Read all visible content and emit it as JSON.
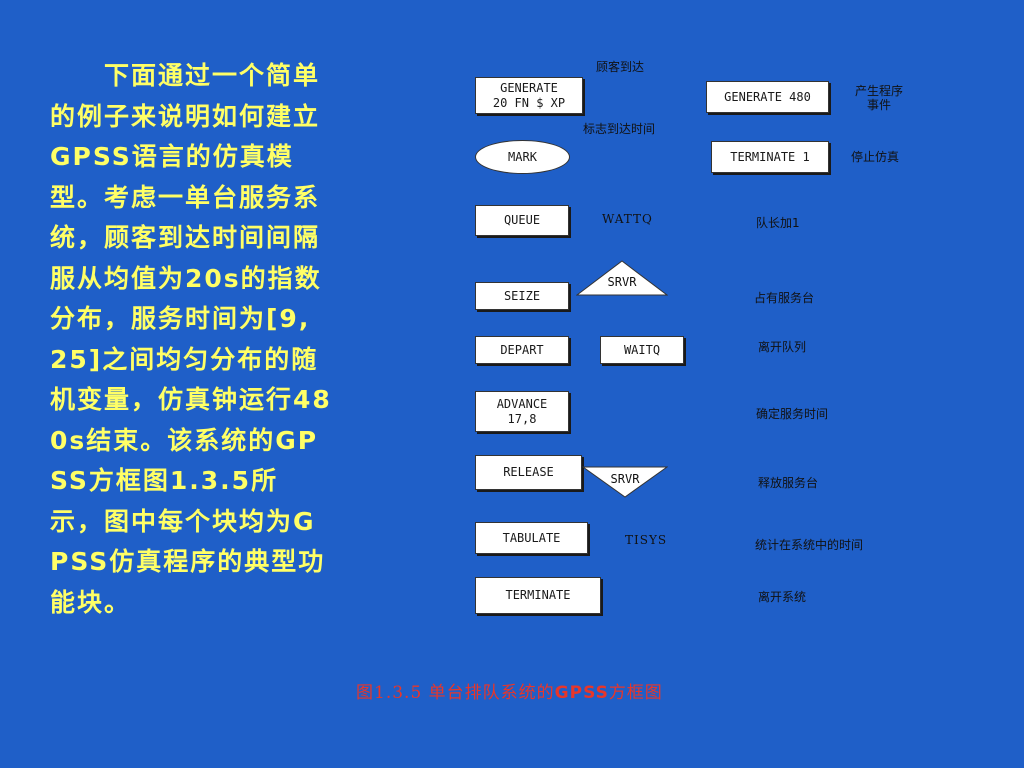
{
  "paragraph": "　　下面通过一个简单的例子来说明如何建立GPSS语言的仿真模型。考虑一单台服务系统，顾客到达时间间隔服从均值为20s的指数分布，服务时间为[9, 25]之间均匀分布的随机变量，仿真钟运行480s结束。该系统的GPSS方框图1.3.5所示，图中每个块均为GPSS仿真程序的典型功能块。",
  "diagram": {
    "label_arrive": "顾客到达",
    "generate": "GENERATE\n20 FN $ XP",
    "label_mark_arrive": "标志到达时间",
    "mark": "MARK",
    "queue": "QUEUE",
    "label_wattq": "WATTQ",
    "label_queue_add": "队长加1",
    "srvr1": "SRVR",
    "seize": "SEIZE",
    "label_occupy": "占有服务台",
    "depart": "DEPART",
    "waitq": "WAITQ",
    "label_leave_queue": "离开队列",
    "advance": "ADVANCE\n17,8",
    "label_service_time": "确定服务时间",
    "release": "RELEASE",
    "srvr2": "SRVR",
    "label_release": "释放服务台",
    "tabulate": "TABULATE",
    "label_tisys": "TISYS",
    "label_stat_time": "统计在系统中的时间",
    "terminate": "TERMINATE",
    "label_leave_system": "离开系统",
    "generate480": "GENERATE 480",
    "label_gen_event": "产生程序\n事件",
    "terminate1": "TERMINATE 1",
    "label_stop": "停止仿真"
  },
  "caption_prefix": "图1.3.5 单台排队系统的",
  "caption_bold": "GPSS",
  "caption_suffix": "方框图"
}
